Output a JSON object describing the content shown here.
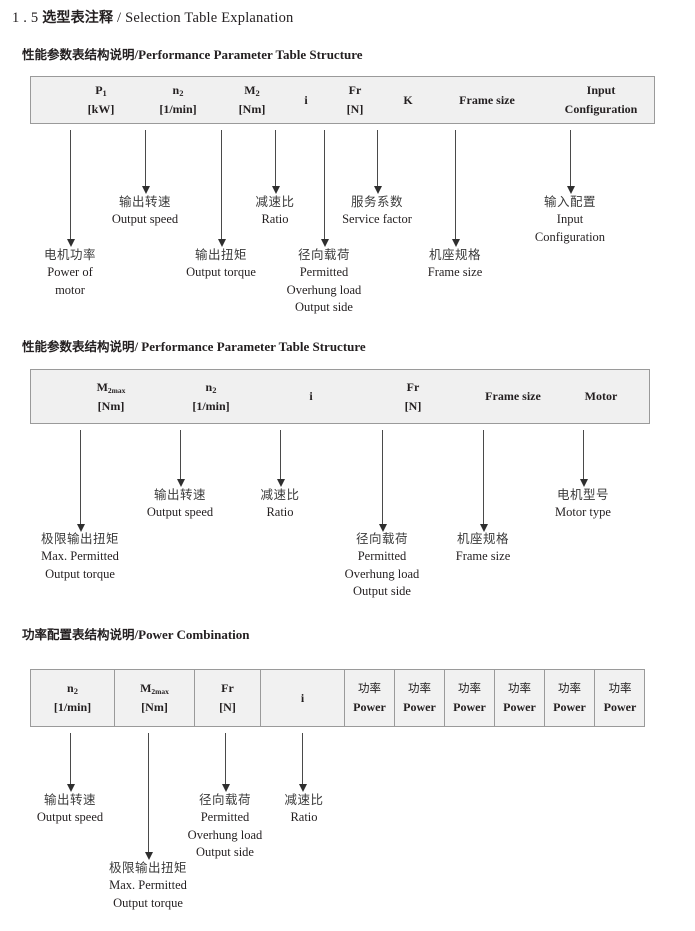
{
  "document": {
    "title_number": "1 . 5",
    "title_cn": "选型表注释",
    "title_sep": "/",
    "title_en": "Selection Table Explanation"
  },
  "sections": [
    {
      "heading_cn": "性能参数表结构说明",
      "heading_sep": "/",
      "heading_en": "Performance Parameter Table Structure",
      "table": {
        "columns": [
          {
            "line1": "P",
            "sub1": "1",
            "line2": "[kW]"
          },
          {
            "line1": "n",
            "sub1": "2",
            "line2": "[1/min]"
          },
          {
            "line1": "M",
            "sub1": "2",
            "line2": "[Nm]"
          },
          {
            "line1": "i",
            "sub1": "",
            "line2": ""
          },
          {
            "line1": "Fr",
            "sub1": "",
            "line2": "[N]"
          },
          {
            "line1": "K",
            "sub1": "",
            "line2": ""
          },
          {
            "line1": "Frame size",
            "sub1": "",
            "line2": ""
          },
          {
            "line1": "Input",
            "sub1": "",
            "line2": "Configuration"
          }
        ]
      },
      "annotations": [
        {
          "cn": "电机功率",
          "en": [
            "Power of",
            "motor"
          ]
        },
        {
          "cn": "输出转速",
          "en": [
            "Output speed"
          ]
        },
        {
          "cn": "输出扭矩",
          "en": [
            "Output torque"
          ]
        },
        {
          "cn": "减速比",
          "en": [
            "Ratio"
          ]
        },
        {
          "cn": "径向载荷",
          "en": [
            "Permitted",
            "Overhung load",
            "Output side"
          ]
        },
        {
          "cn": "服务系数",
          "en": [
            "Service factor"
          ]
        },
        {
          "cn": "机座规格",
          "en": [
            "Frame size"
          ]
        },
        {
          "cn": "输入配置",
          "en": [
            "Input",
            "Configuration"
          ]
        }
      ]
    },
    {
      "heading_cn": "性能参数表结构说明",
      "heading_sep": "/",
      "heading_en": "Performance Parameter Table Structure",
      "table": {
        "columns": [
          {
            "line1": "M",
            "sub1": "2max",
            "line2": "[Nm]"
          },
          {
            "line1": "n",
            "sub1": "2",
            "line2": "[1/min]"
          },
          {
            "line1": "i",
            "sub1": "",
            "line2": ""
          },
          {
            "line1": "Fr",
            "sub1": "",
            "line2": "[N]"
          },
          {
            "line1": "Frame size",
            "sub1": "",
            "line2": ""
          },
          {
            "line1": "Motor",
            "sub1": "",
            "line2": ""
          }
        ]
      },
      "annotations": [
        {
          "cn": "极限输出扭矩",
          "en": [
            "Max. Permitted",
            "Output  torque"
          ]
        },
        {
          "cn": "输出转速",
          "en": [
            "Output speed"
          ]
        },
        {
          "cn": "减速比",
          "en": [
            "Ratio"
          ]
        },
        {
          "cn": "径向载荷",
          "en": [
            "Permitted",
            "Overhung load",
            "Output side"
          ]
        },
        {
          "cn": "机座规格",
          "en": [
            "Frame size"
          ]
        },
        {
          "cn": "电机型号",
          "en": [
            "Motor type"
          ]
        }
      ]
    },
    {
      "heading_cn": "功率配置表结构说明",
      "heading_sep": "/",
      "heading_en": "Power Combination",
      "table": {
        "columns": [
          {
            "line1": "n",
            "sub1": "2",
            "line2": "[1/min]"
          },
          {
            "line1": "M",
            "sub1": "2max",
            "line2": "[Nm]"
          },
          {
            "line1": "Fr",
            "sub1": "",
            "line2": "[N]"
          },
          {
            "line1": "i",
            "sub1": "",
            "line2": ""
          },
          {
            "cn": "功率",
            "line2": "Power"
          },
          {
            "cn": "功率",
            "line2": "Power"
          },
          {
            "cn": "功率",
            "line2": "Power"
          },
          {
            "cn": "功率",
            "line2": "Power"
          },
          {
            "cn": "功率",
            "line2": "Power"
          },
          {
            "cn": "功率",
            "line2": "Power"
          }
        ]
      },
      "annotations": [
        {
          "cn": "输出转速",
          "en": [
            "Output speed"
          ]
        },
        {
          "cn": "极限输出扭矩",
          "en": [
            "Max. Permitted",
            "Output  torque"
          ]
        },
        {
          "cn": "径向载荷",
          "en": [
            "Permitted",
            "Overhung load",
            "Output side"
          ]
        },
        {
          "cn": "减速比",
          "en": [
            "Ratio"
          ]
        }
      ]
    }
  ]
}
